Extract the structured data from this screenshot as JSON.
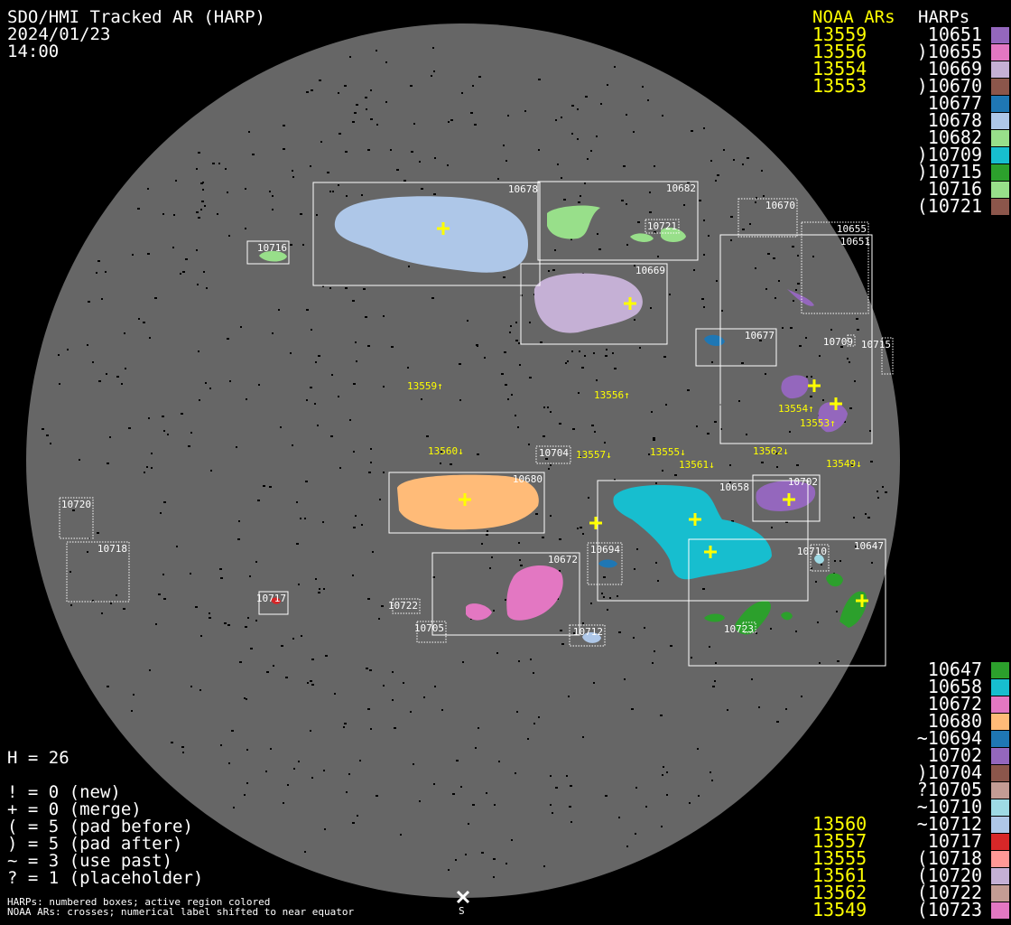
{
  "header": {
    "title": "SDO/HMI Tracked AR (HARP)",
    "date": "2024/01/23",
    "time": "14:00"
  },
  "legend_top": {
    "noaa_heading": "NOAA ARs",
    "harps_heading": "HARPs",
    "noaa": [
      "13559",
      "13556",
      "13554",
      "13553"
    ],
    "harps": [
      {
        "label": "10651",
        "color": "#9467bd"
      },
      {
        "label": ")10655",
        "color": "#e377c2"
      },
      {
        "label": "10669",
        "color": "#c5b0d5"
      },
      {
        "label": ")10670",
        "color": "#8c564b"
      },
      {
        "label": "10677",
        "color": "#1f77b4"
      },
      {
        "label": "10678",
        "color": "#aec7e8"
      },
      {
        "label": "10682",
        "color": "#98df8a"
      },
      {
        "label": ")10709",
        "color": "#17becf"
      },
      {
        "label": ")10715",
        "color": "#2ca02c"
      },
      {
        "label": "10716",
        "color": "#98df8a"
      },
      {
        "label": "(10721",
        "color": "#8c564b"
      }
    ]
  },
  "legend_bottom": {
    "noaa": [
      "13560",
      "13557",
      "13555",
      "13561",
      "13562",
      "13549"
    ],
    "harps": [
      {
        "label": "10647",
        "color": "#2ca02c"
      },
      {
        "label": "10658",
        "color": "#17becf"
      },
      {
        "label": "10672",
        "color": "#e377c2"
      },
      {
        "label": "10680",
        "color": "#ffbb78"
      },
      {
        "label": "~10694",
        "color": "#1f77b4"
      },
      {
        "label": "10702",
        "color": "#9467bd"
      },
      {
        "label": ")10704",
        "color": "#8c564b"
      },
      {
        "label": "?10705",
        "color": "#c49c94"
      },
      {
        "label": "~10710",
        "color": "#9edae5"
      },
      {
        "label": "~10712",
        "color": "#aec7e8"
      },
      {
        "label": "10717",
        "color": "#d62728"
      },
      {
        "label": "(10718",
        "color": "#ff9896"
      },
      {
        "label": "(10720",
        "color": "#c5b0d5"
      },
      {
        "label": "(10722",
        "color": "#c49c94"
      },
      {
        "label": "(10723",
        "color": "#e377c2"
      }
    ]
  },
  "stats": {
    "h_count": "H = 26",
    "lines": [
      "! = 0 (new)",
      "+ = 0 (merge)",
      "( = 5 (pad before)",
      ") = 5 (pad after)",
      "~ = 3 (use past)",
      "? = 1 (placeholder)"
    ]
  },
  "footer": {
    "line1": "HARPs: numbered boxes; active region colored",
    "line2": "NOAA ARs: crosses; numerical label shifted to near equator",
    "south_label": "S"
  },
  "harp_boxes": [
    "10678",
    "10682",
    "10716",
    "10669",
    "10721",
    "10670",
    "10655",
    "10651",
    "10677",
    "10709",
    "10715",
    "10704",
    "10680",
    "10720",
    "10718",
    "10658",
    "10702",
    "10647",
    "10694",
    "10710",
    "10672",
    "10717",
    "10722",
    "10705",
    "10712",
    "10723"
  ],
  "noaa_labels": [
    "13559↑",
    "13556↑",
    "13554↑",
    "13553↑",
    "13560↓",
    "13557↓",
    "13555↓",
    "13561↓",
    "13562↓",
    "13549↓"
  ],
  "colors": {
    "disk": "#666666",
    "noaa": "#ffff00",
    "box": "#ffffff"
  }
}
